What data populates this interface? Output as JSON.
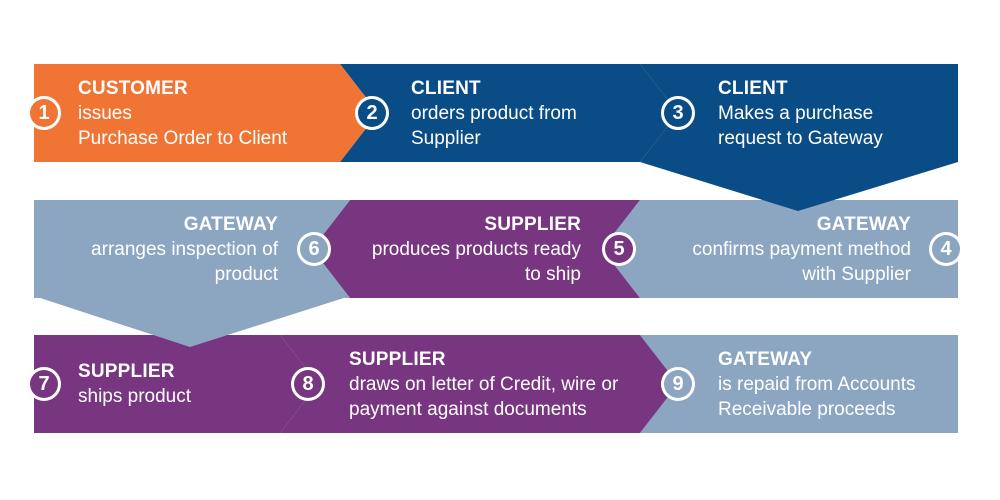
{
  "colors": {
    "orange": "#f07535",
    "navy": "#0a4c86",
    "purple": "#77367f",
    "slate": "#8ca5c1"
  },
  "steps": [
    {
      "num": "1",
      "role": "CUSTOMER",
      "text": "issues\nPurchase Order to Client"
    },
    {
      "num": "2",
      "role": "CLIENT",
      "text": "orders product from\nSupplier"
    },
    {
      "num": "3",
      "role": "CLIENT",
      "text": "Makes a purchase\nrequest to Gateway"
    },
    {
      "num": "4",
      "role": "GATEWAY",
      "text": "confirms payment method\nwith Supplier"
    },
    {
      "num": "5",
      "role": "SUPPLIER",
      "text": "produces products ready\nto ship"
    },
    {
      "num": "6",
      "role": "GATEWAY",
      "text": "arranges inspection of\nproduct"
    },
    {
      "num": "7",
      "role": "SUPPLIER",
      "text": "ships product"
    },
    {
      "num": "8",
      "role": "SUPPLIER",
      "text": "draws on letter of Credit, wire or\npayment against documents"
    },
    {
      "num": "9",
      "role": "GATEWAY",
      "text": "is repaid from Accounts\nReceivable proceeds"
    }
  ]
}
